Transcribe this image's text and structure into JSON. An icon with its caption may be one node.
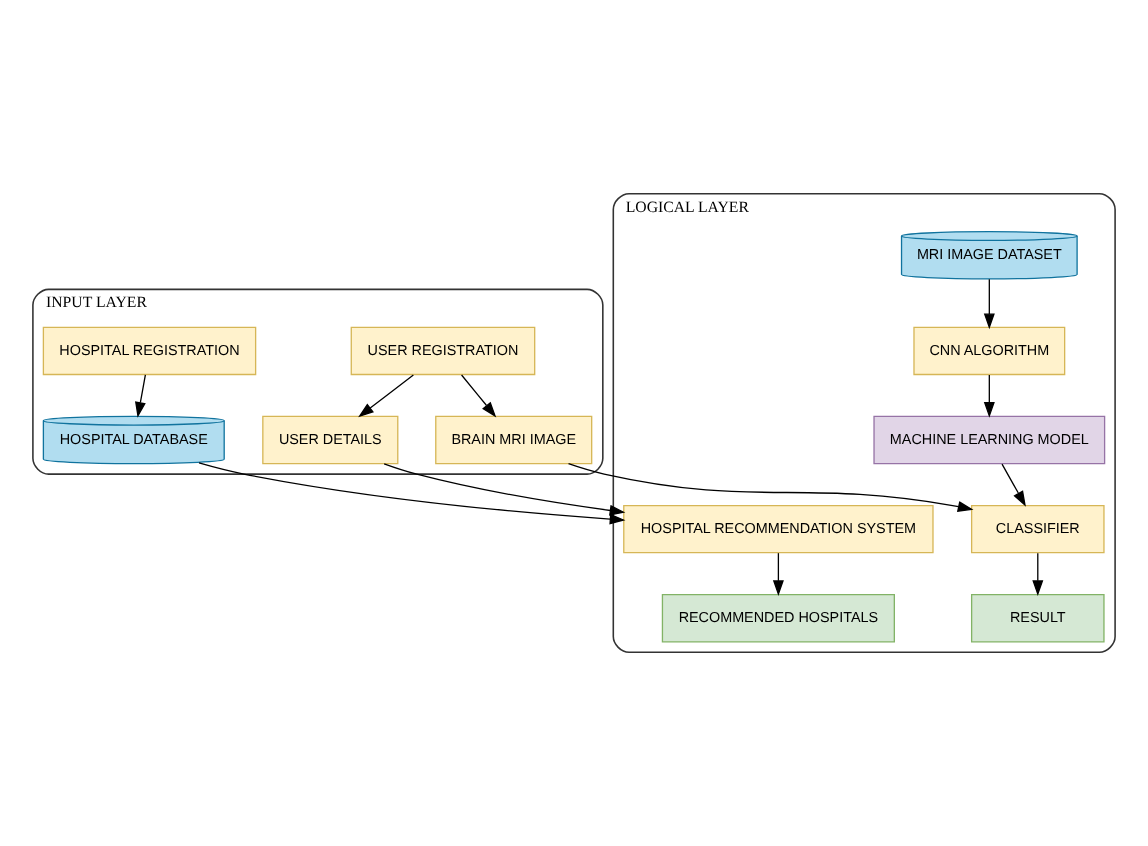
{
  "diagram": {
    "nodes": [
      {
        "text": [
          "INPUT LAYER"
        ]
      },
      {
        "text": [
          "USER REGISTRATION"
        ],
        "in": 0
      },
      {
        "text": [
          "HOSPITAL REGISTRATION"
        ],
        "in": 0
      },
      {
        "text": [
          "BRAIN MRI IMAGE"
        ],
        "in": 0
      },
      {
        "text": [
          "USER DETAILS"
        ],
        "in": 0
      },
      {
        "text": [
          "HOSPITAL DATABASE"
        ],
        "in": 0
      },
      {
        "text": [
          "LOGICAL LAYER"
        ]
      },
      {
        "text": [
          "MRI IMAGE DATASET"
        ],
        "in": 6
      },
      {
        "text": [
          "CLASSIFIER"
        ],
        "in": 6
      },
      {
        "text": [
          "HOSPITAL RECOMMENDATION SYSTEM"
        ],
        "in": 6
      },
      {
        "text": [
          "CNN ALGORITHM"
        ],
        "in": 6
      },
      {
        "text": [
          "MACHINE LEARNING MODEL"
        ],
        "in": 6
      },
      {
        "text": [
          "RESULT"
        ],
        "in": 6
      },
      {
        "text": [
          "RECOMMENDED HOSPITALS"
        ],
        "in": 6
      }
    ],
    "edges": [
      {
        "from": 1,
        "to": 3,
        "arrow": "to"
      },
      {
        "from": 1,
        "to": 4,
        "arrow": "to"
      },
      {
        "from": 2,
        "to": 5,
        "arrow": "to"
      },
      {
        "from": 3,
        "to": 8,
        "arrow": "to"
      },
      {
        "from": 4,
        "to": 9,
        "arrow": "to"
      },
      {
        "from": 5,
        "to": 9,
        "arrow": "to"
      },
      {
        "from": 7,
        "to": 10,
        "arrow": "to"
      },
      {
        "from": 10,
        "to": 11,
        "arrow": "to"
      },
      {
        "from": 11,
        "to": 8,
        "arrow": "to"
      },
      {
        "from": 8,
        "to": 12,
        "arrow": "to"
      },
      {
        "from": 9,
        "to": 13,
        "arrow": "to"
      }
    ]
  }
}
